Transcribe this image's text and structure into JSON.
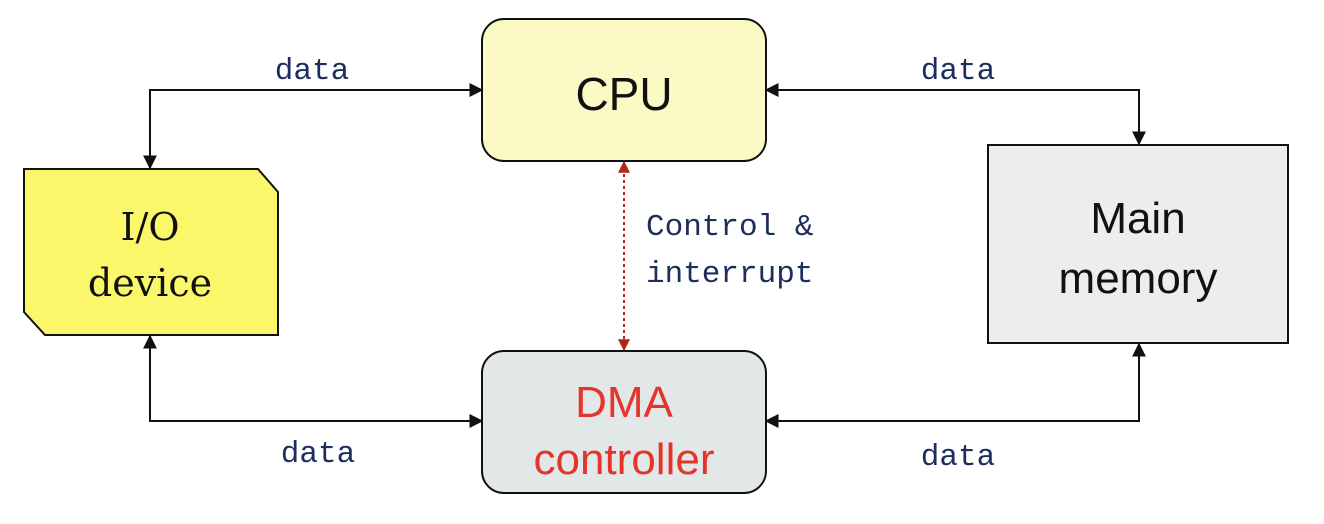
{
  "nodes": {
    "cpu": {
      "label": "CPU"
    },
    "io": {
      "line1": "I/O",
      "line2": "device"
    },
    "memory": {
      "line1": "Main",
      "line2": "memory"
    },
    "dma": {
      "line1": "DMA",
      "line2": "controller"
    }
  },
  "edges": {
    "io_cpu": {
      "label": "data"
    },
    "cpu_memory": {
      "label": "data"
    },
    "io_dma": {
      "label": "data"
    },
    "dma_memory": {
      "label": "data"
    },
    "cpu_dma": {
      "line1": "Control &",
      "line2": "interrupt"
    }
  },
  "colors": {
    "cpu_fill": "#fbf9c4",
    "io_fill": "#fbf76a",
    "memory_fill": "#ededed",
    "dma_fill": "#e2e8e8",
    "dma_text": "#e5352a",
    "edge_label": "#1e2e5c",
    "control_arrow": "#b3241b",
    "stroke": "#111111"
  }
}
